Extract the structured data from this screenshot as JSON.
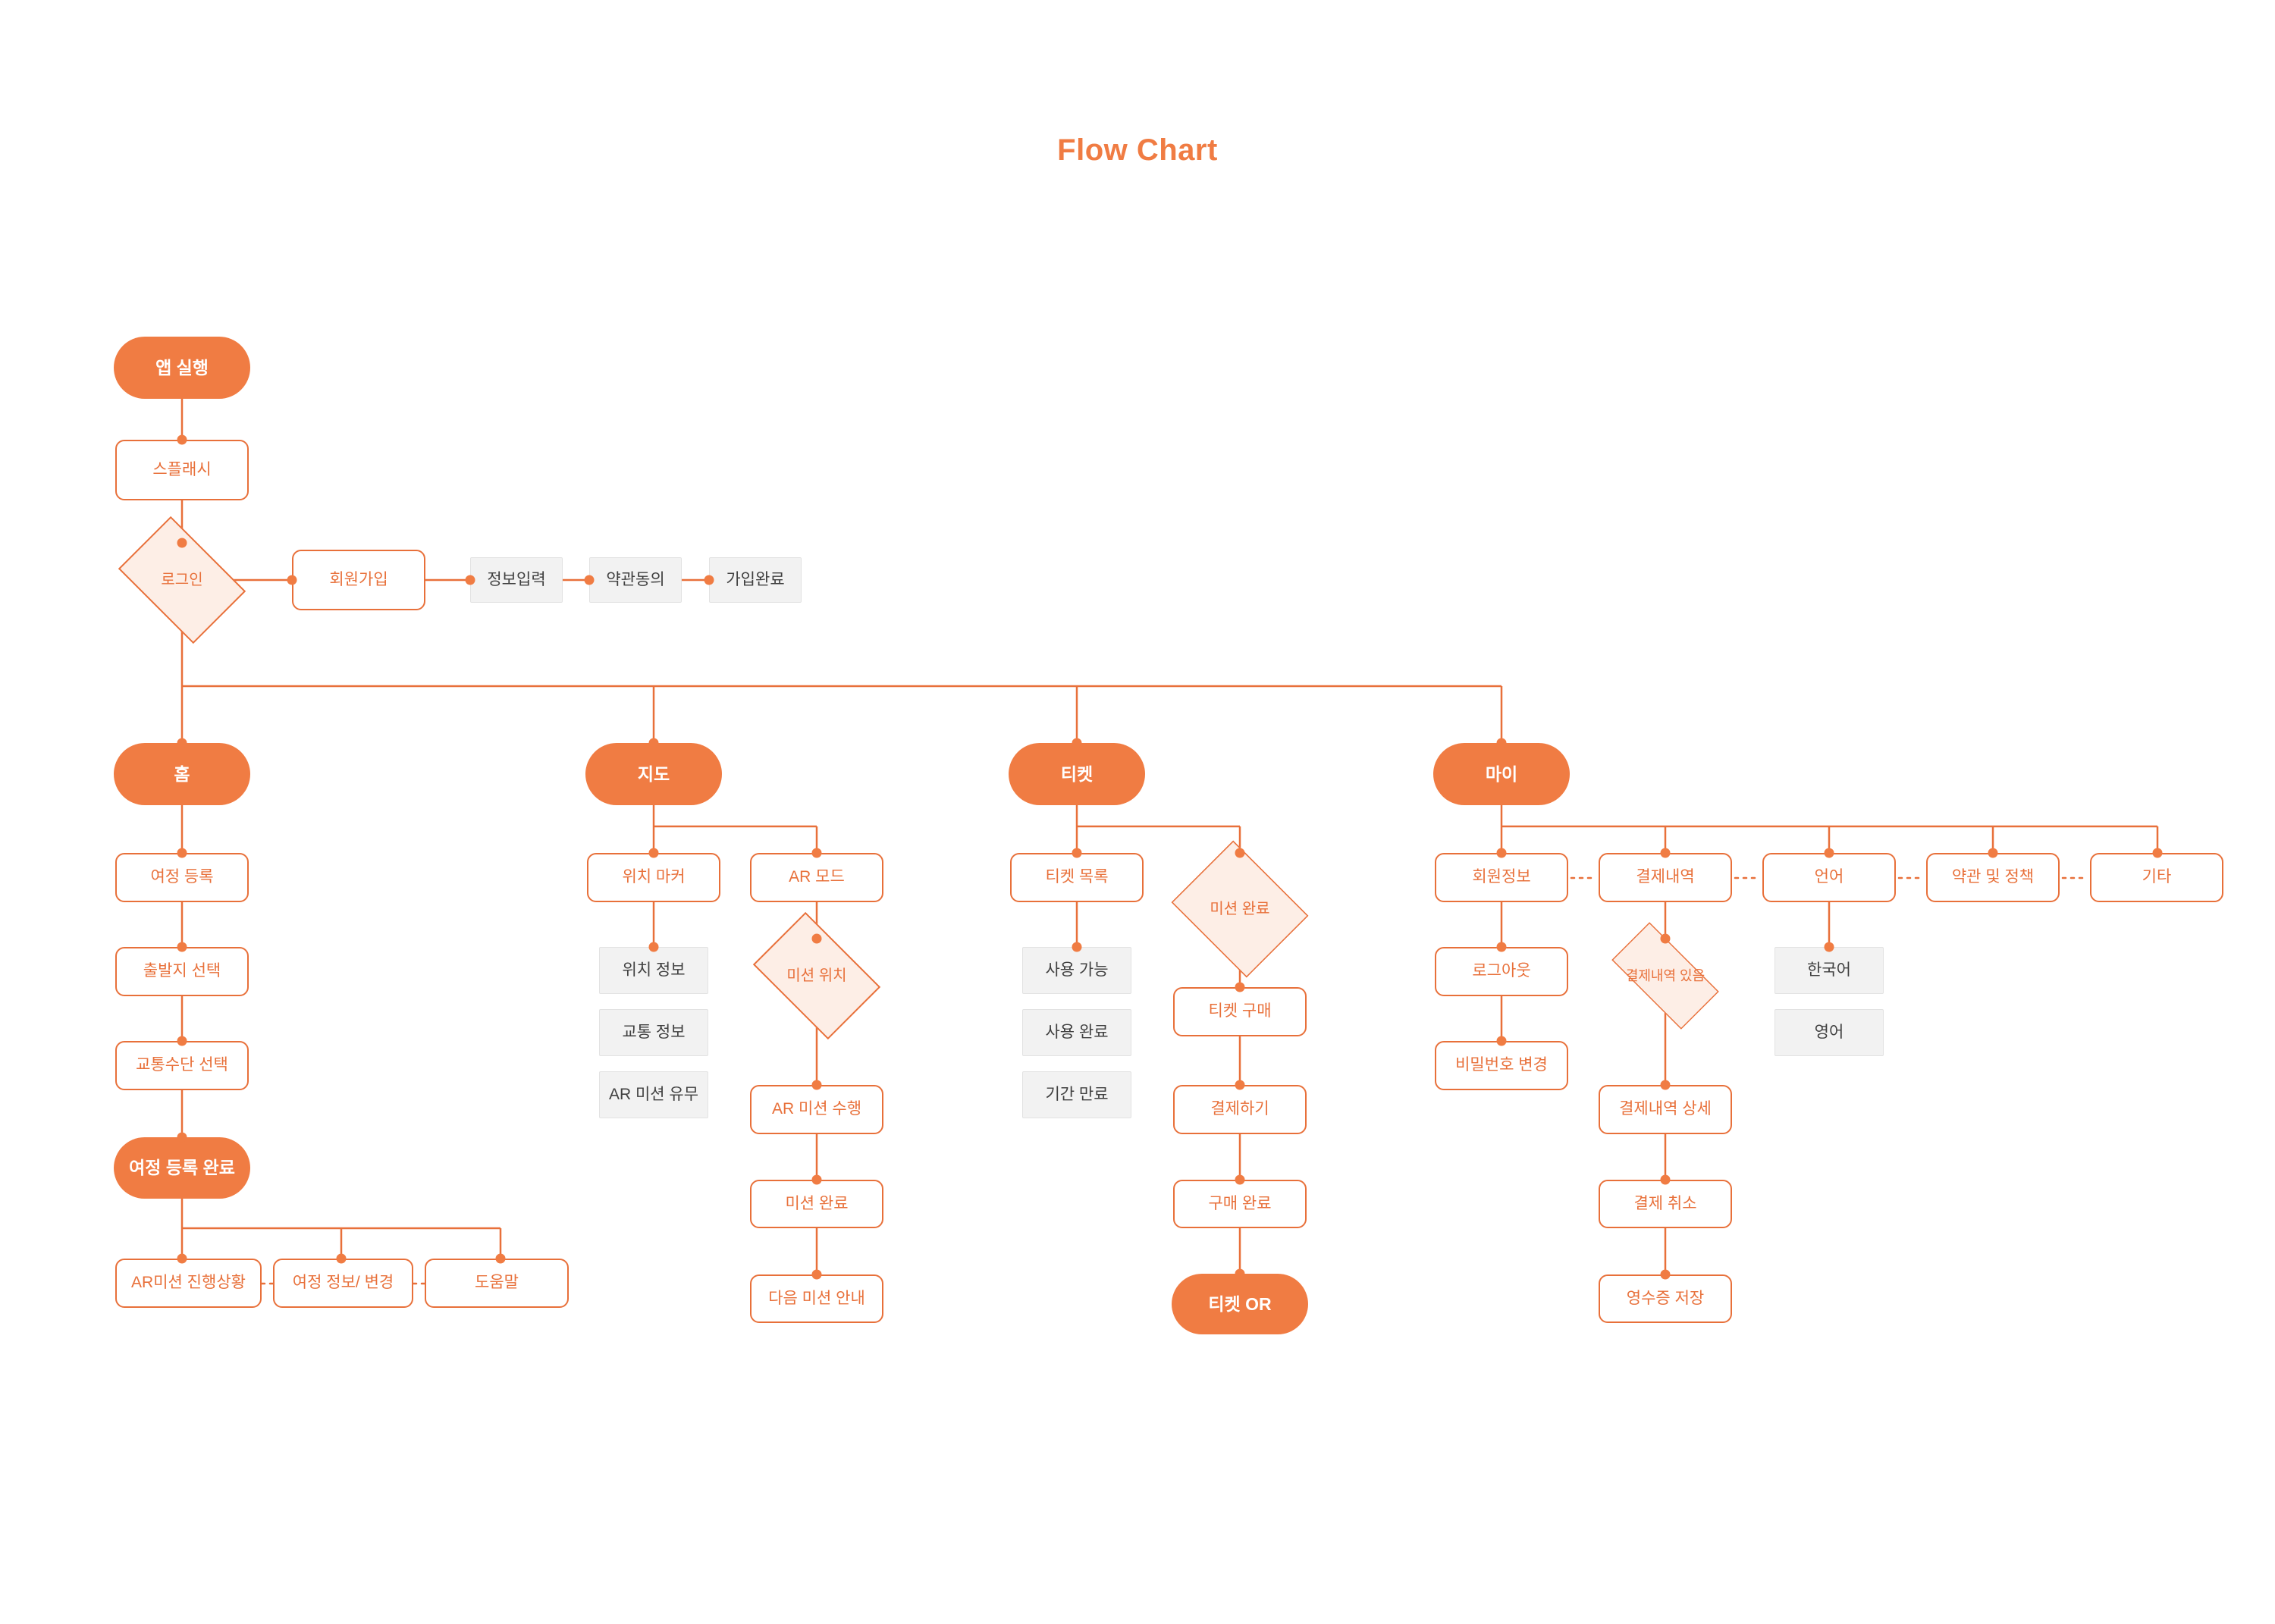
{
  "title": "Flow Chart",
  "colors": {
    "accent": "#F07C43",
    "accent_border": "#E8703A",
    "diamond_fill": "#FDEEE6",
    "grey_fill": "#F2F2F2",
    "grey_text": "#404040",
    "background": "#FFFFFF"
  },
  "chart_data": {
    "type": "diagram",
    "title": "Flow Chart",
    "nodes": [
      {
        "id": "app_start",
        "label": "앱 실행",
        "style": "pill"
      },
      {
        "id": "splash",
        "label": "스플래시",
        "style": "box"
      },
      {
        "id": "login",
        "label": "로그인",
        "style": "diamond"
      },
      {
        "id": "signup",
        "label": "회원가입",
        "style": "box"
      },
      {
        "id": "info_input",
        "label": "정보입력",
        "style": "grey"
      },
      {
        "id": "terms_agree",
        "label": "약관동의",
        "style": "grey"
      },
      {
        "id": "signup_done",
        "label": "가입완료",
        "style": "grey"
      },
      {
        "id": "home",
        "label": "홈",
        "style": "pill"
      },
      {
        "id": "trip_register",
        "label": "여정 등록",
        "style": "box"
      },
      {
        "id": "origin_select",
        "label": "출발지 선택",
        "style": "box"
      },
      {
        "id": "transport_select",
        "label": "교통수단 선택",
        "style": "box"
      },
      {
        "id": "trip_done",
        "label": "여정 등록 완료",
        "style": "pill"
      },
      {
        "id": "ar_progress",
        "label": "AR미션 진행상황",
        "style": "box"
      },
      {
        "id": "trip_info_change",
        "label": "여정 정보/ 변경",
        "style": "box"
      },
      {
        "id": "help",
        "label": "도움말",
        "style": "box"
      },
      {
        "id": "map",
        "label": "지도",
        "style": "pill"
      },
      {
        "id": "loc_marker",
        "label": "위치 마커",
        "style": "box"
      },
      {
        "id": "ar_mode",
        "label": "AR 모드",
        "style": "box"
      },
      {
        "id": "loc_info",
        "label": "위치 정보",
        "style": "grey"
      },
      {
        "id": "traffic_info",
        "label": "교통 정보",
        "style": "grey"
      },
      {
        "id": "ar_mission_exist",
        "label": "AR 미션 유무",
        "style": "grey"
      },
      {
        "id": "mission_loc",
        "label": "미션 위치",
        "style": "diamond"
      },
      {
        "id": "ar_mission_do",
        "label": "AR 미션 수행",
        "style": "box"
      },
      {
        "id": "mission_done_map",
        "label": "미션 완료",
        "style": "box"
      },
      {
        "id": "next_mission",
        "label": "다음 미션 안내",
        "style": "box"
      },
      {
        "id": "ticket",
        "label": "티켓",
        "style": "pill"
      },
      {
        "id": "ticket_list",
        "label": "티켓 목록",
        "style": "box"
      },
      {
        "id": "usable",
        "label": "사용 가능",
        "style": "grey"
      },
      {
        "id": "used",
        "label": "사용 완료",
        "style": "grey"
      },
      {
        "id": "expired",
        "label": "기간 만료",
        "style": "grey"
      },
      {
        "id": "mission_done_ticket",
        "label": "미션 완료",
        "style": "diamond"
      },
      {
        "id": "ticket_buy",
        "label": "티켓 구매",
        "style": "box"
      },
      {
        "id": "pay",
        "label": "결제하기",
        "style": "box"
      },
      {
        "id": "purchase_done",
        "label": "구매 완료",
        "style": "box"
      },
      {
        "id": "ticket_qr",
        "label": "티켓 OR",
        "style": "pill"
      },
      {
        "id": "my",
        "label": "마이",
        "style": "pill"
      },
      {
        "id": "member_info",
        "label": "회원정보",
        "style": "box"
      },
      {
        "id": "pay_history",
        "label": "결제내역",
        "style": "box"
      },
      {
        "id": "language",
        "label": "언어",
        "style": "box"
      },
      {
        "id": "terms_policy",
        "label": "약관 및 정책",
        "style": "box"
      },
      {
        "id": "etc",
        "label": "기타",
        "style": "box"
      },
      {
        "id": "logout",
        "label": "로그아웃",
        "style": "box"
      },
      {
        "id": "pw_change",
        "label": "비밀번호 변경",
        "style": "box"
      },
      {
        "id": "has_pay_history",
        "label": "결제내역 있음",
        "style": "diamond"
      },
      {
        "id": "pay_detail",
        "label": "결제내역 상세",
        "style": "box"
      },
      {
        "id": "pay_cancel",
        "label": "결제 취소",
        "style": "box"
      },
      {
        "id": "receipt_save",
        "label": "영수증 저장",
        "style": "box"
      },
      {
        "id": "korean",
        "label": "한국어",
        "style": "grey"
      },
      {
        "id": "english",
        "label": "영어",
        "style": "grey"
      }
    ],
    "edges": [
      {
        "from": "app_start",
        "to": "splash"
      },
      {
        "from": "splash",
        "to": "login"
      },
      {
        "from": "login",
        "to": "signup"
      },
      {
        "from": "signup",
        "to": "info_input"
      },
      {
        "from": "info_input",
        "to": "terms_agree"
      },
      {
        "from": "terms_agree",
        "to": "signup_done"
      },
      {
        "from": "login",
        "to": "home"
      },
      {
        "from": "login",
        "to": "map"
      },
      {
        "from": "login",
        "to": "ticket"
      },
      {
        "from": "login",
        "to": "my"
      },
      {
        "from": "home",
        "to": "trip_register"
      },
      {
        "from": "trip_register",
        "to": "origin_select"
      },
      {
        "from": "origin_select",
        "to": "transport_select"
      },
      {
        "from": "transport_select",
        "to": "trip_done"
      },
      {
        "from": "trip_done",
        "to": "ar_progress"
      },
      {
        "from": "trip_done",
        "to": "trip_info_change"
      },
      {
        "from": "trip_done",
        "to": "help"
      },
      {
        "from": "ar_progress",
        "to": "trip_info_change",
        "style": "dotted"
      },
      {
        "from": "trip_info_change",
        "to": "help",
        "style": "dotted"
      },
      {
        "from": "map",
        "to": "loc_marker"
      },
      {
        "from": "map",
        "to": "ar_mode"
      },
      {
        "from": "loc_marker",
        "to": "loc_info"
      },
      {
        "from": "ar_mode",
        "to": "mission_loc"
      },
      {
        "from": "mission_loc",
        "to": "ar_mission_do"
      },
      {
        "from": "ar_mission_do",
        "to": "mission_done_map"
      },
      {
        "from": "mission_done_map",
        "to": "next_mission"
      },
      {
        "from": "ticket",
        "to": "ticket_list"
      },
      {
        "from": "ticket",
        "to": "mission_done_ticket"
      },
      {
        "from": "ticket_list",
        "to": "usable"
      },
      {
        "from": "mission_done_ticket",
        "to": "ticket_buy"
      },
      {
        "from": "ticket_buy",
        "to": "pay"
      },
      {
        "from": "pay",
        "to": "purchase_done"
      },
      {
        "from": "purchase_done",
        "to": "ticket_qr"
      },
      {
        "from": "my",
        "to": "member_info"
      },
      {
        "from": "my",
        "to": "pay_history"
      },
      {
        "from": "my",
        "to": "language"
      },
      {
        "from": "my",
        "to": "terms_policy"
      },
      {
        "from": "my",
        "to": "etc"
      },
      {
        "from": "member_info",
        "to": "pay_history",
        "style": "dotted"
      },
      {
        "from": "pay_history",
        "to": "language",
        "style": "dotted"
      },
      {
        "from": "language",
        "to": "terms_policy",
        "style": "dotted"
      },
      {
        "from": "terms_policy",
        "to": "etc",
        "style": "dotted"
      },
      {
        "from": "member_info",
        "to": "logout"
      },
      {
        "from": "logout",
        "to": "pw_change"
      },
      {
        "from": "pay_history",
        "to": "has_pay_history"
      },
      {
        "from": "has_pay_history",
        "to": "pay_detail"
      },
      {
        "from": "pay_detail",
        "to": "pay_cancel"
      },
      {
        "from": "pay_cancel",
        "to": "receipt_save"
      },
      {
        "from": "language",
        "to": "korean"
      }
    ]
  },
  "nodes": {
    "app_start": "앱 실행",
    "splash": "스플래시",
    "login": "로그인",
    "signup": "회원가입",
    "info_input": "정보입력",
    "terms_agree": "약관동의",
    "signup_done": "가입완료",
    "home": "홈",
    "trip_register": "여정 등록",
    "origin_select": "출발지 선택",
    "transport_select": "교통수단 선택",
    "trip_done": "여정 등록 완료",
    "ar_progress": "AR미션 진행상황",
    "trip_info_change": "여정 정보/ 변경",
    "help": "도움말",
    "map": "지도",
    "loc_marker": "위치 마커",
    "ar_mode": "AR 모드",
    "loc_info": "위치 정보",
    "traffic_info": "교통 정보",
    "ar_mission_exist": "AR 미션 유무",
    "mission_loc": "미션 위치",
    "ar_mission_do": "AR 미션 수행",
    "mission_done_map": "미션 완료",
    "next_mission": "다음 미션 안내",
    "ticket": "티켓",
    "ticket_list": "티켓 목록",
    "usable": "사용 가능",
    "used": "사용 완료",
    "expired": "기간 만료",
    "mission_done_ticket": "미션 완료",
    "ticket_buy": "티켓 구매",
    "pay": "결제하기",
    "purchase_done": "구매 완료",
    "ticket_qr": "티켓 OR",
    "my": "마이",
    "member_info": "회원정보",
    "pay_history": "결제내역",
    "language": "언어",
    "terms_policy": "약관 및 정책",
    "etc": "기타",
    "logout": "로그아웃",
    "pw_change": "비밀번호 변경",
    "has_pay_history": "결제내역 있음",
    "pay_detail": "결제내역 상세",
    "pay_cancel": "결제 취소",
    "receipt_save": "영수증 저장",
    "korean": "한국어",
    "english": "영어"
  }
}
